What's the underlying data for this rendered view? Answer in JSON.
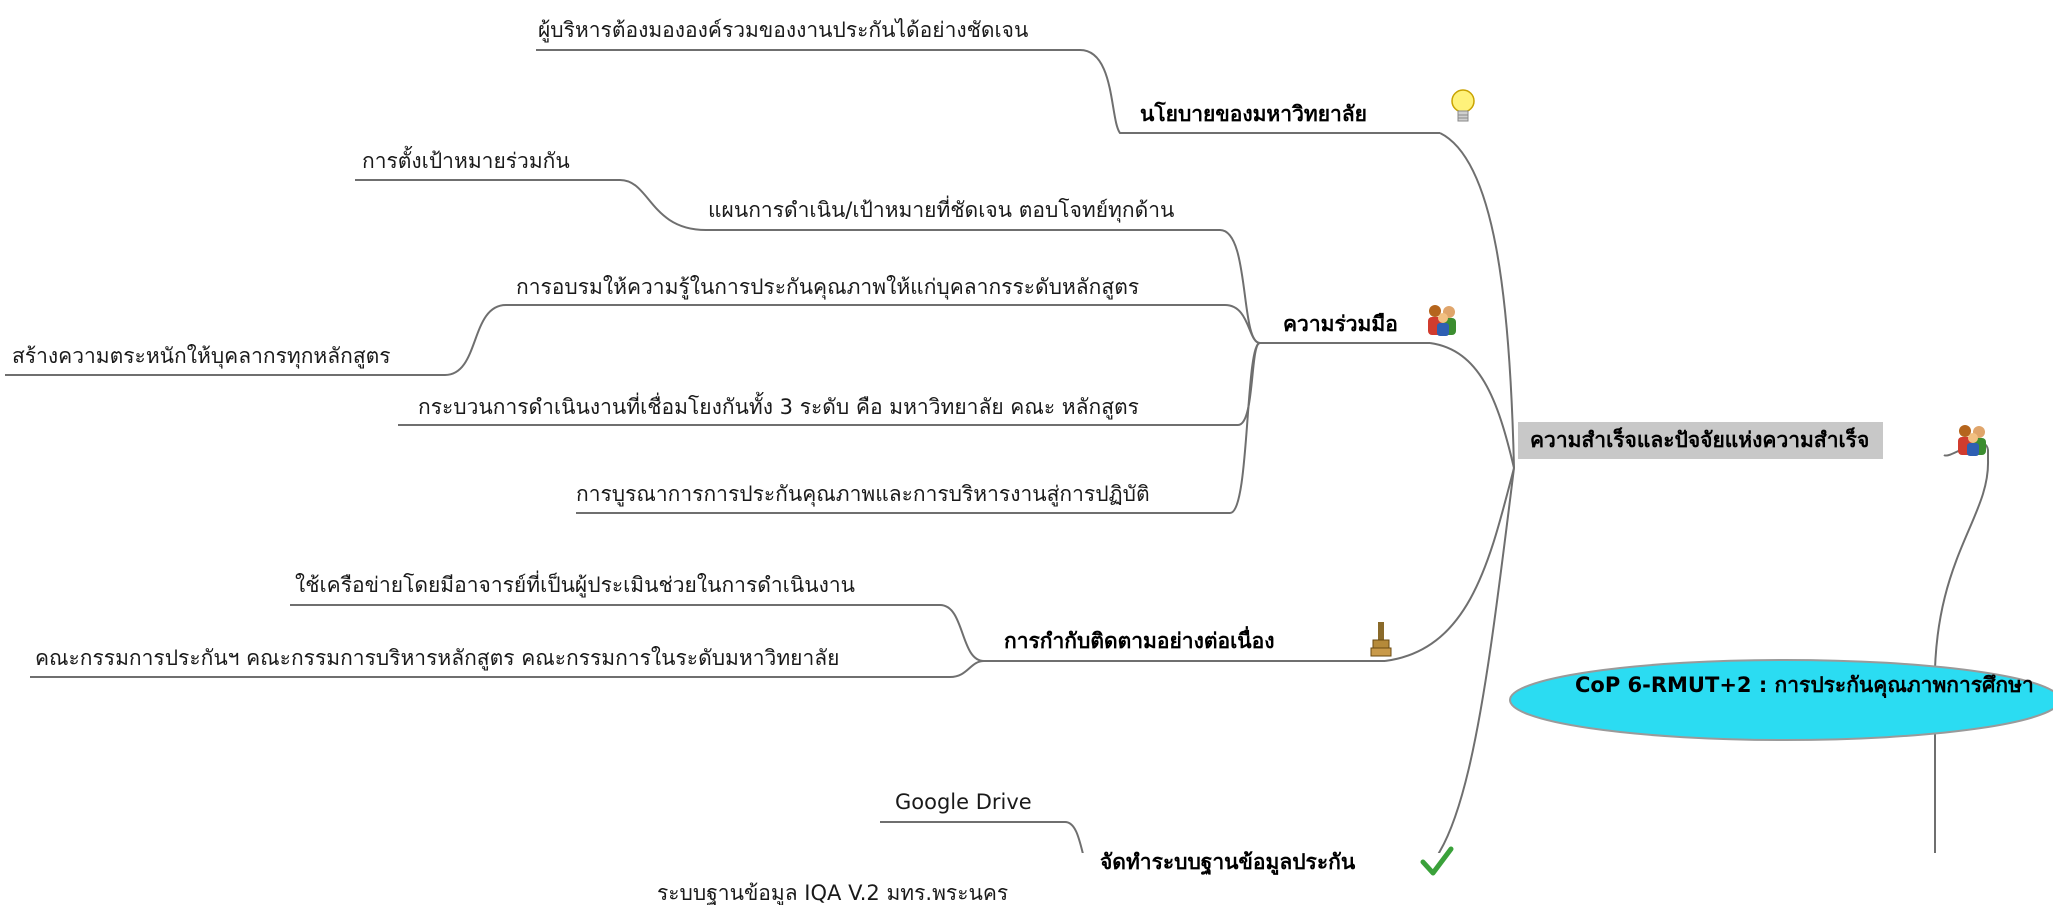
{
  "root": {
    "label": "CoP 6-RMUT+2 : การประกันคุณภาพการศึกษา",
    "color": "#2bdcf2"
  },
  "hub": {
    "label": "ความสำเร็จและปัจจัยแห่งความสำเร็จ",
    "icon": "people-icon"
  },
  "branches": [
    {
      "label": "นโยบายของมหาวิทยาลัย",
      "icon": "lightbulb-icon",
      "children": [
        "ผู้บริหารต้องมององค์รวมของงานประกันได้อย่างชัดเจน"
      ]
    },
    {
      "label": "ความร่วมมือ",
      "icon": "people-icon",
      "children": [
        {
          "label": "แผนการดำเนิน/เป้าหมายที่ชัดเจน ตอบโจทย์ทุกด้าน",
          "children": [
            "การตั้งเป้าหมายร่วมกัน"
          ]
        },
        {
          "label": "การอบรมให้ความรู้ในการประกันคุณภาพให้แก่บุคลากรระดับหลักสูตร",
          "children": [
            "สร้างความตระหนักให้บุคลากรทุกหลักสูตร"
          ]
        },
        {
          "label": "กระบวนการดำเนินงานที่เชื่อมโยงกันทั้ง 3 ระดับ คือ มหาวิทยาลัย  คณะ  หลักสูตร",
          "children": []
        },
        {
          "label": "การบูรณาการการประกันคุณภาพและการบริหารงานสู่การปฏิบัติ",
          "children": []
        }
      ]
    },
    {
      "label": "การกำกับติดตามอย่างต่อเนื่อง",
      "icon": "tool-icon",
      "children": [
        "ใช้เครือข่ายโดยมีอาจารย์ที่เป็นผู้ประเมินช่วยในการดำเนินงาน",
        "คณะกรรมการประกันฯ  คณะกรรมการบริหารหลักสูตร  คณะกรรมการในระดับมหาวิทยาลัย"
      ]
    },
    {
      "label": "จัดทำระบบฐานข้อมูลประกัน",
      "icon": "checkmark-icon",
      "children": [
        "Google Drive",
        "ระบบฐานข้อมูล IQA V.2 มทร.พระนคร"
      ]
    }
  ]
}
